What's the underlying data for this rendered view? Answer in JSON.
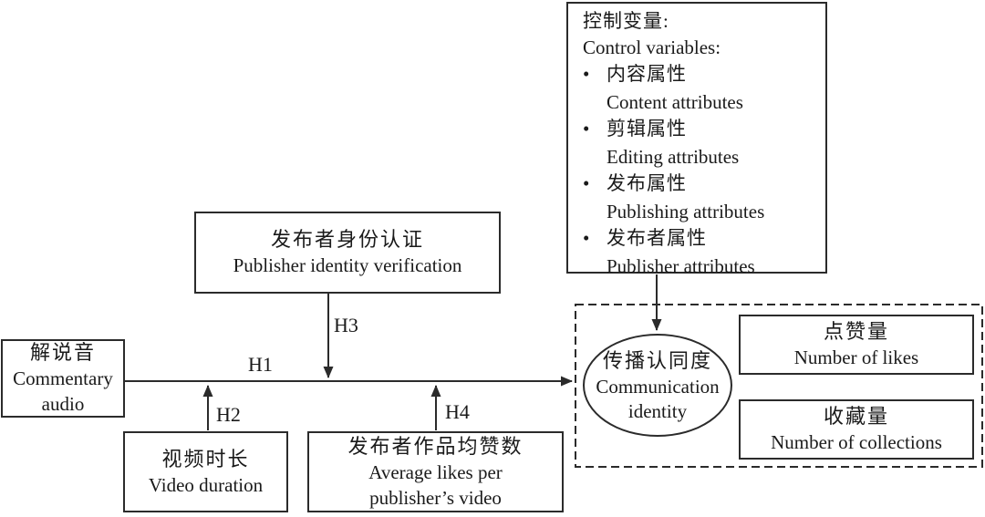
{
  "hypotheses": {
    "h1": "H1",
    "h2": "H2",
    "h3": "H3",
    "h4": "H4"
  },
  "control_box": {
    "title_zh": "控制变量:",
    "title_en": "Control variables:",
    "bullet": "•",
    "items": [
      {
        "zh": "内容属性",
        "en": "Content attributes"
      },
      {
        "zh": "剪辑属性",
        "en": "Editing attributes"
      },
      {
        "zh": "发布属性",
        "en": "Publishing attributes"
      },
      {
        "zh": "发布者属性",
        "en": "Publisher attributes"
      }
    ]
  },
  "publisher_verification": {
    "zh": "发布者身份认证",
    "en": "Publisher identity verification"
  },
  "commentary_audio": {
    "zh": "解说音",
    "en": "Commentary audio"
  },
  "video_duration": {
    "zh": "视频时长",
    "en": "Video duration"
  },
  "average_likes": {
    "zh": "发布者作品均赞数",
    "en": "Average likes per publisher’s video"
  },
  "communication_identity": {
    "zh": "传播认同度",
    "en": "Communication identity"
  },
  "number_of_likes": {
    "zh": "点赞量",
    "en": "Number of likes"
  },
  "number_of_collections": {
    "zh": "收藏量",
    "en": "Number of collections"
  },
  "colors": {
    "line": "#2b2b2b",
    "text": "#1a1a1a",
    "background": "#ffffff"
  }
}
